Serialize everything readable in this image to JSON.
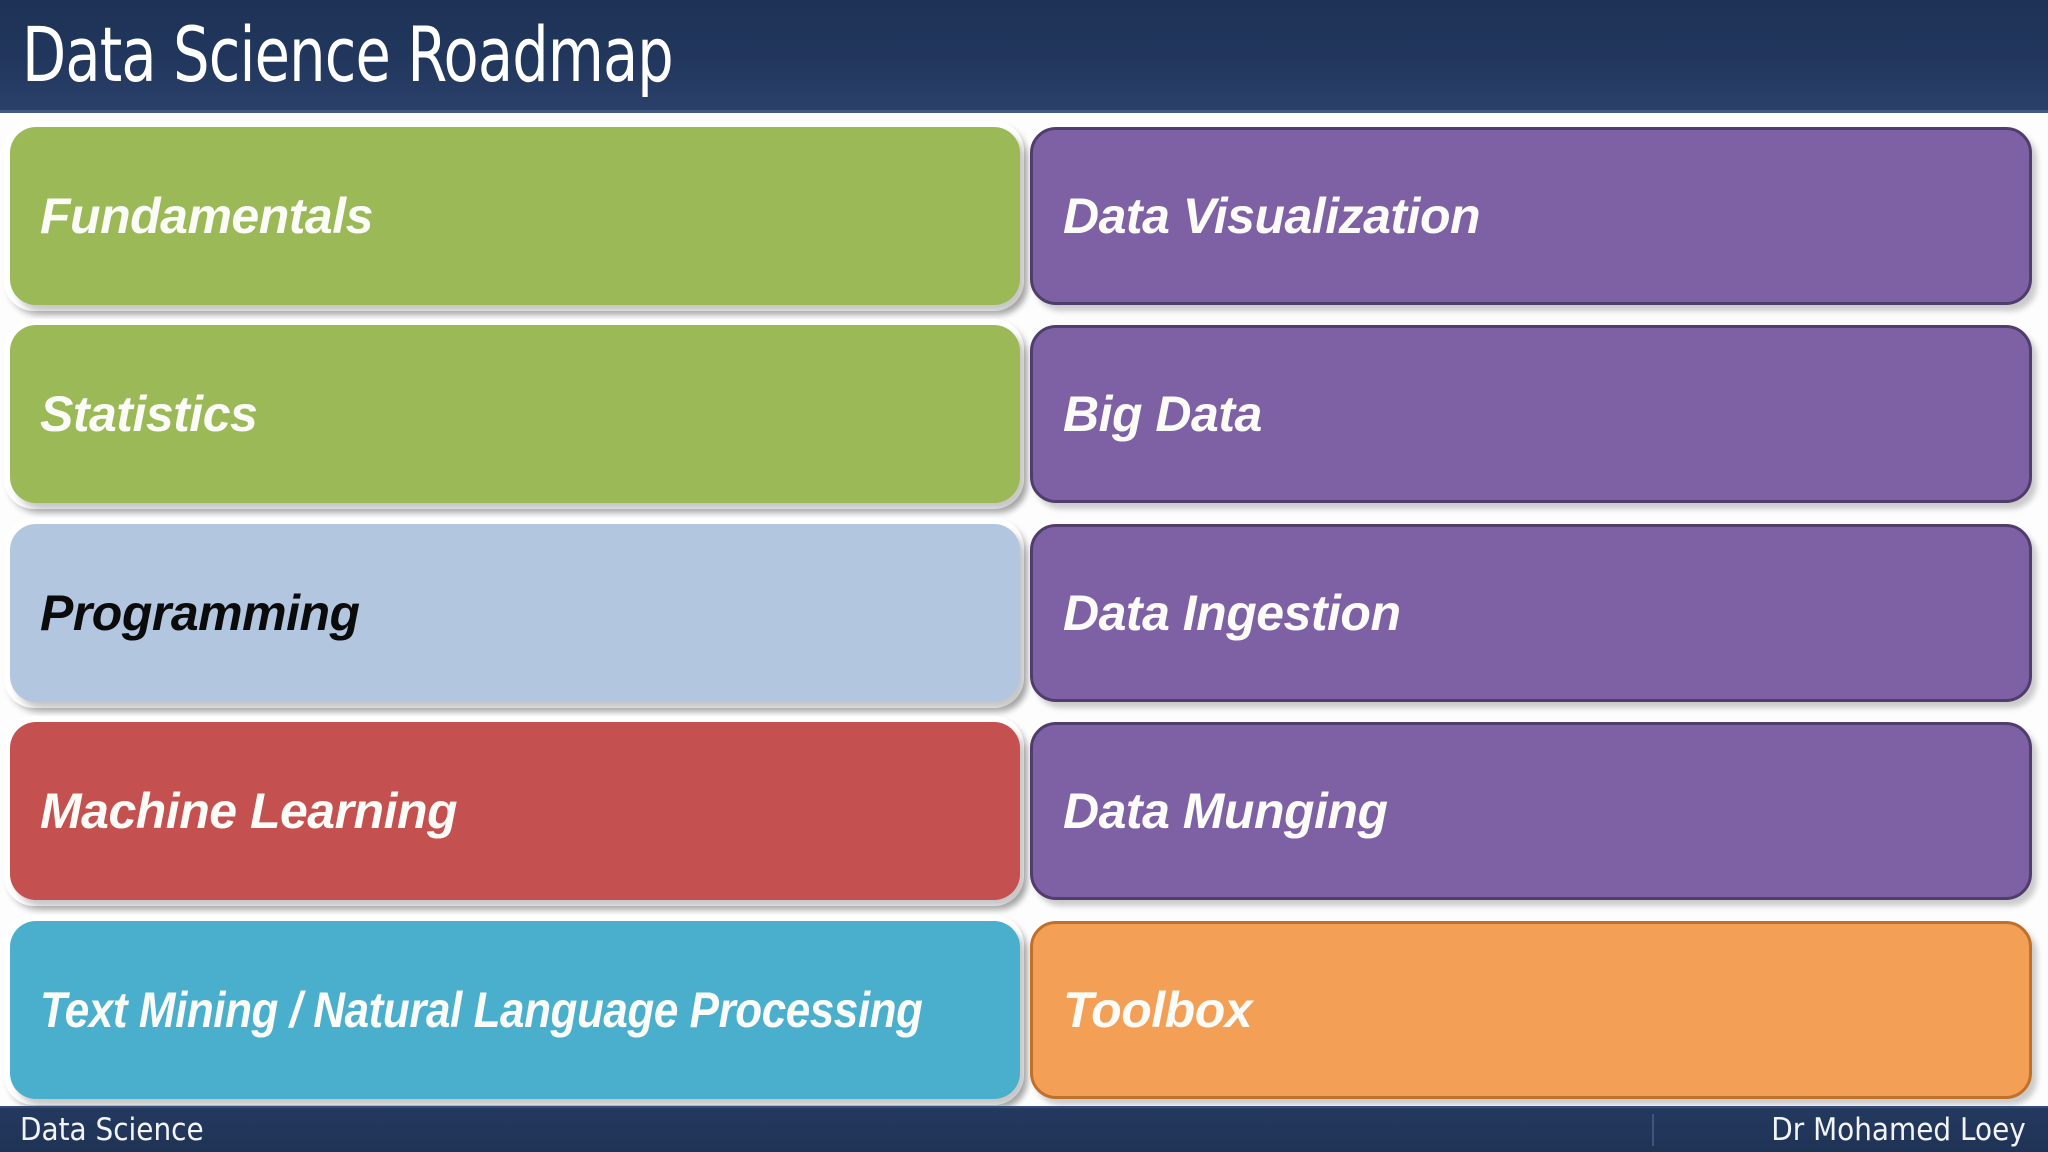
{
  "slide": {
    "title": "Data Science Roadmap",
    "background_color": "#fdfdfe"
  },
  "header": {
    "title": "Data Science Roadmap",
    "background_color": "#22375d",
    "text_color": "#ffffff"
  },
  "roadmap": {
    "left_column": [
      {
        "label": "Fundamentals",
        "color": "#9cb957",
        "text_color": "#fbfbf7",
        "style": "green"
      },
      {
        "label": "Statistics",
        "color": "#9cb957",
        "text_color": "#fbfbf7",
        "style": "green"
      },
      {
        "label": "Programming",
        "color": "#b3c6e0",
        "text_color": "#0b0b0b",
        "style": "blue"
      },
      {
        "label": "Machine Learning",
        "color": "#c45050",
        "text_color": "#fbfbf7",
        "style": "red"
      },
      {
        "label": "Text Mining / Natural Language Processing",
        "color": "#4aafcd",
        "text_color": "#fbfbf7",
        "style": "teal"
      }
    ],
    "right_column": [
      {
        "label": "Data Visualization",
        "color": "#7e61a4",
        "border_color": "#4f3d6b",
        "text_color": "#fbfbf7",
        "style": "purple"
      },
      {
        "label": "Big Data",
        "color": "#7e61a4",
        "border_color": "#4f3d6b",
        "text_color": "#fbfbf7",
        "style": "purple"
      },
      {
        "label": "Data Ingestion",
        "color": "#7e61a4",
        "border_color": "#4f3d6b",
        "text_color": "#fbfbf7",
        "style": "purple"
      },
      {
        "label": "Data Munging",
        "color": "#7e61a4",
        "border_color": "#4f3d6b",
        "text_color": "#fbfbf7",
        "style": "purple"
      },
      {
        "label": "Toolbox",
        "color": "#f3a056",
        "border_color": "#c1702b",
        "text_color": "#fbfbf7",
        "style": "orange"
      }
    ]
  },
  "footer": {
    "left_text": "Data Science",
    "right_text": "Dr Mohamed Loey",
    "background_color": "#1f3355",
    "text_color": "#f2f4f8"
  }
}
